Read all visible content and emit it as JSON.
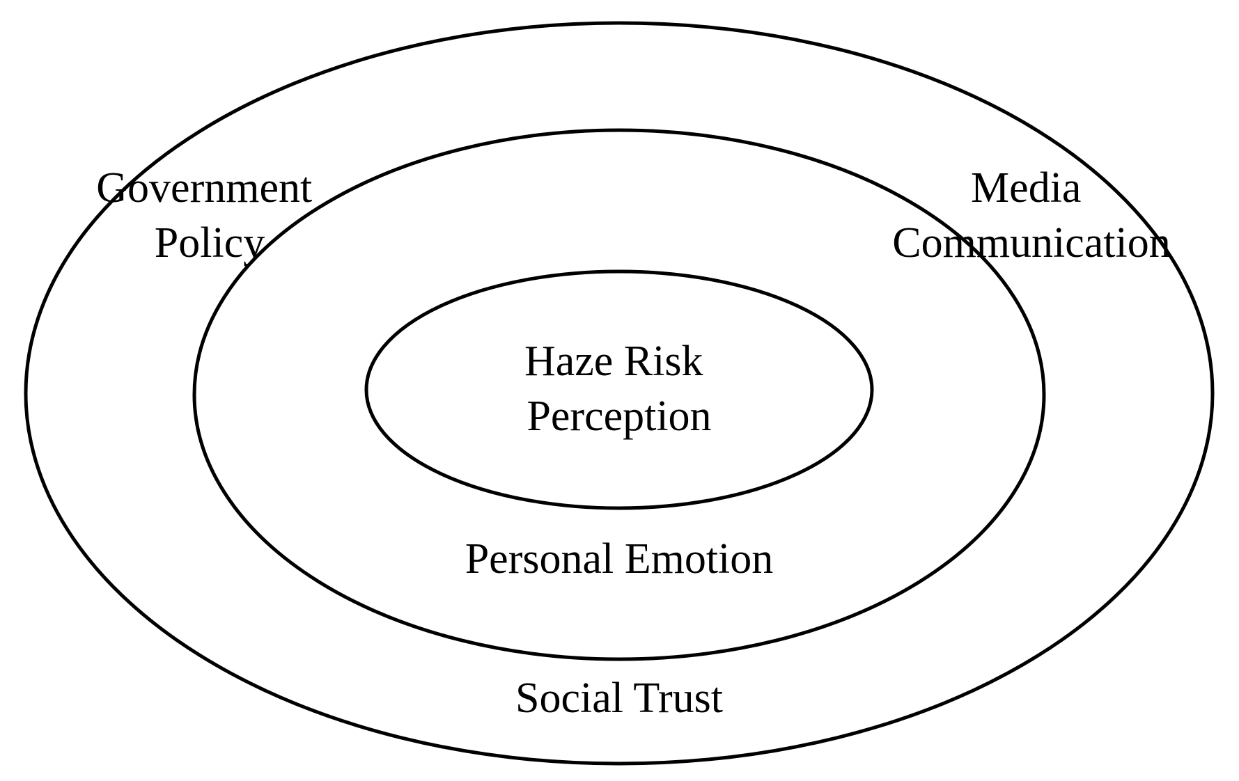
{
  "diagram": {
    "rings": {
      "outer": "Social Trust",
      "middle": "Personal Emotion",
      "inner": [
        "Haze Risk",
        "Perception"
      ]
    },
    "factors": {
      "left": [
        "Government",
        "Policy"
      ],
      "right": [
        "Media",
        "Communication"
      ]
    },
    "colors": {
      "stroke": "#000000",
      "background": "#ffffff"
    }
  }
}
